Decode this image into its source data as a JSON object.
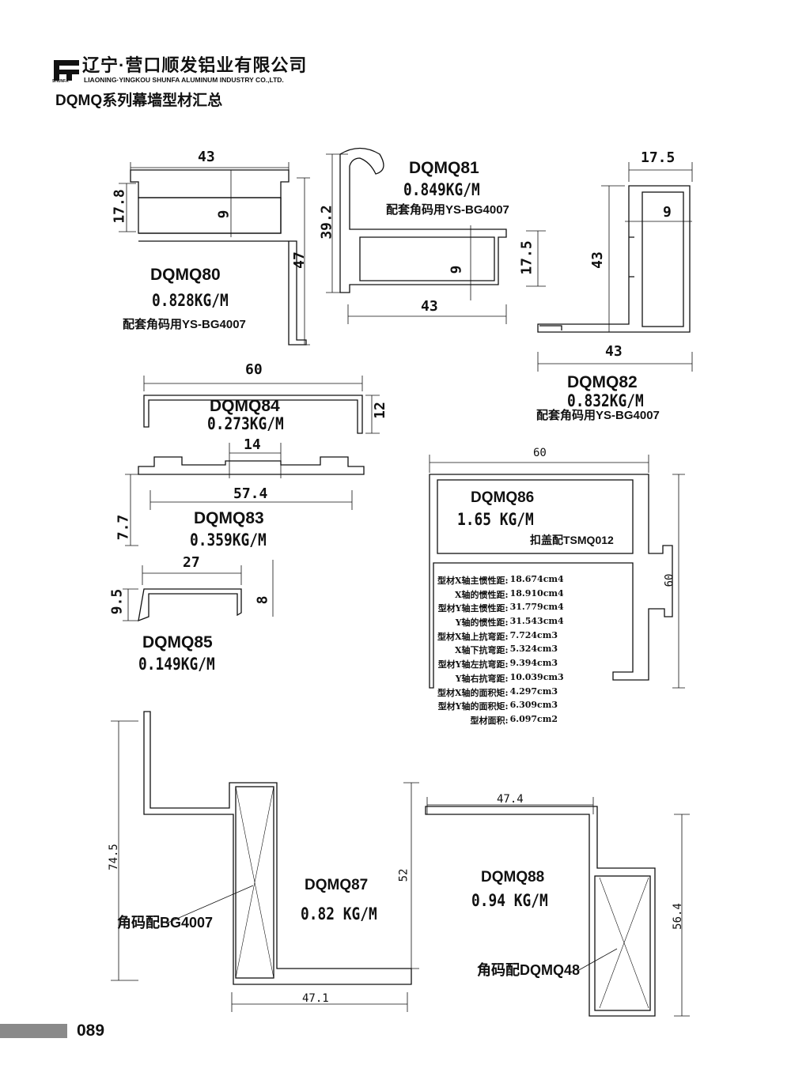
{
  "header": {
    "logo_text": "SHUNFA",
    "company_cn": "辽宁·营口顺发铝业有限公司",
    "company_en": "LIAONING·YINGKOU SHUNFA ALUMINUM INDUSTRY CO.,LTD.",
    "subtitle": "DQMQ系列幕墙型材汇总"
  },
  "profiles": {
    "dqmq80": {
      "name": "DQMQ80",
      "weight": "0.828KG/M",
      "note": "配套角码用YS-BG4007",
      "dims": [
        "43",
        "17.8",
        "9",
        "47"
      ]
    },
    "dqmq81": {
      "name": "DQMQ81",
      "weight": "0.849KG/M",
      "note": "配套角码用YS-BG4007",
      "dims": [
        "39.2",
        "9",
        "17.5",
        "43"
      ]
    },
    "dqmq82": {
      "name": "DQMQ82",
      "weight": "0.832KG/M",
      "note": "配套角码用YS-BG4007",
      "dims": [
        "17.5",
        "9",
        "43",
        "43"
      ]
    },
    "dqmq84": {
      "name": "DQMQ84",
      "weight": "0.273KG/M",
      "dims": [
        "60",
        "12"
      ]
    },
    "dqmq83": {
      "name": "DQMQ83",
      "weight": "0.359KG/M",
      "dims": [
        "14",
        "57.4",
        "7.7"
      ]
    },
    "dqmq85": {
      "name": "DQMQ85",
      "weight": "0.149KG/M",
      "dims": [
        "27",
        "9.5",
        "8"
      ]
    },
    "dqmq86": {
      "name": "DQMQ86",
      "weight": "1.65 KG/M",
      "note": "扣盖配TSMQ012",
      "dims": [
        "60",
        "60"
      ],
      "properties": [
        {
          "label": "型材X轴主惯性距:",
          "value": "18.674cm4"
        },
        {
          "label": "X轴的惯性距:",
          "value": "18.910cm4"
        },
        {
          "label": "型材Y轴主惯性距:",
          "value": "31.779cm4"
        },
        {
          "label": "Y轴的惯性距:",
          "value": "31.543cm4"
        },
        {
          "label": "型材X轴上抗弯距:",
          "value": "7.724cm3"
        },
        {
          "label": "X轴下抗弯距:",
          "value": "5.324cm3"
        },
        {
          "label": "型材Y轴左抗弯距:",
          "value": "9.394cm3"
        },
        {
          "label": "Y轴右抗弯距:",
          "value": "10.039cm3"
        },
        {
          "label": "型材X轴的面积矩:",
          "value": "4.297cm3"
        },
        {
          "label": "型材Y轴的面积矩:",
          "value": "6.309cm3"
        },
        {
          "label": "型材面积:",
          "value": "6.097cm2"
        }
      ]
    },
    "dqmq87": {
      "name": "DQMQ87",
      "weight": "0.82 KG/M",
      "note": "角码配BG4007",
      "dims": [
        "74.5",
        "52",
        "47.1"
      ]
    },
    "dqmq88": {
      "name": "DQMQ88",
      "weight": "0.94 KG/M",
      "note": "角码配DQMQ48",
      "dims": [
        "47.4",
        "56.4"
      ]
    }
  },
  "footer": {
    "page_number": "089",
    "bar_color": "#8a8a8a"
  }
}
